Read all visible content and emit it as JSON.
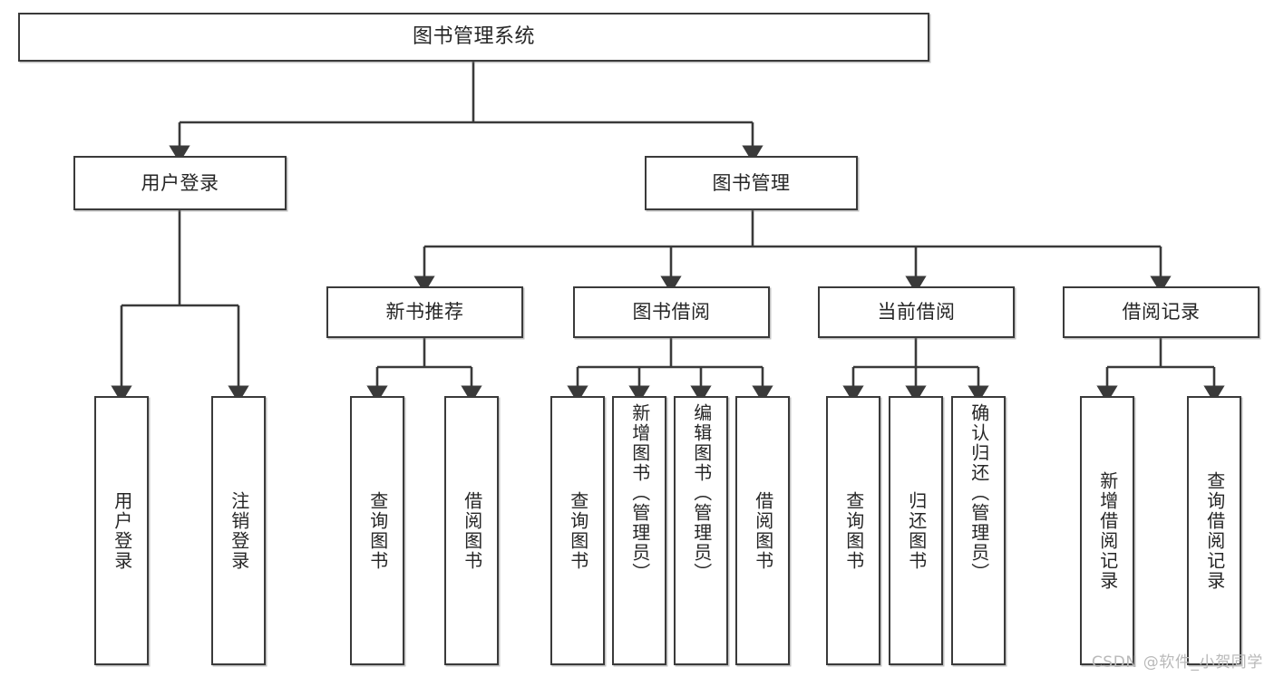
{
  "diagram": {
    "title": "图书管理系统",
    "type": "tree-hierarchy-chart",
    "colors": {
      "box_border": "#3a3a3a",
      "box_fill": "#ffffff",
      "connector": "#3a3a3a",
      "text": "#262626",
      "watermark": "#b9b9b9"
    },
    "root": {
      "label": "图书管理系统"
    },
    "level2": [
      {
        "label": "用户登录"
      },
      {
        "label": "图书管理"
      }
    ],
    "level3": [
      {
        "label": "新书推荐"
      },
      {
        "label": "图书借阅"
      },
      {
        "label": "当前借阅"
      },
      {
        "label": "借阅记录"
      }
    ],
    "leaves": {
      "user_login": [
        {
          "label": "用户登录"
        },
        {
          "label": "注销登录"
        }
      ],
      "new_book_recommend": [
        {
          "label": "查询图书"
        },
        {
          "label": "借阅图书"
        }
      ],
      "book_borrow": [
        {
          "label": "查询图书"
        },
        {
          "label": "新增图书（管理员）"
        },
        {
          "label": "编辑图书（管理员）"
        },
        {
          "label": "借阅图书"
        }
      ],
      "current_borrow": [
        {
          "label": "查询图书"
        },
        {
          "label": "归还图书"
        },
        {
          "label": "确认归还（管理员）"
        }
      ],
      "borrow_record": [
        {
          "label": "新增借阅记录"
        },
        {
          "label": "查询借阅记录"
        }
      ]
    }
  },
  "watermark": {
    "text": "CSDN @软件_小贺同学"
  }
}
